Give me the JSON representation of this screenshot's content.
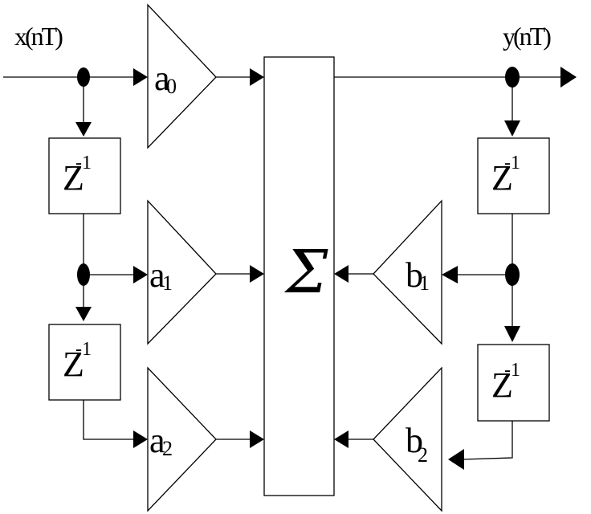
{
  "signals": {
    "input": "x(nT)",
    "output": "y(nT)"
  },
  "delay": {
    "base": "Z",
    "exponent": "-1"
  },
  "coefficients": {
    "a": [
      {
        "letter": "a",
        "index": "0"
      },
      {
        "letter": "a",
        "index": "1"
      },
      {
        "letter": "a",
        "index": "2"
      }
    ],
    "b": [
      {
        "letter": "b",
        "index": "1"
      },
      {
        "letter": "b",
        "index": "2"
      }
    ]
  },
  "summer": {
    "symbol": "Σ"
  }
}
